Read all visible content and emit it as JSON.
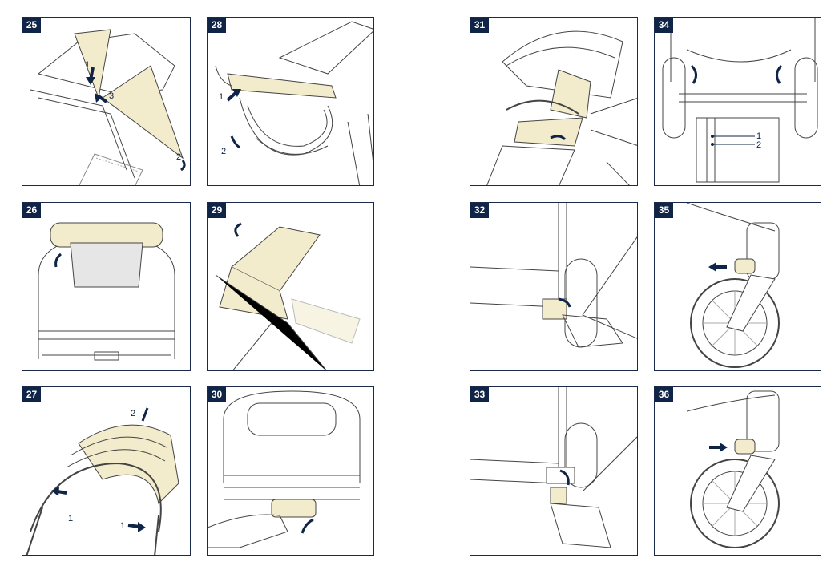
{
  "steps": {
    "s25": {
      "number": "25",
      "labels": [
        "1",
        "2",
        "3"
      ]
    },
    "s26": {
      "number": "26"
    },
    "s27": {
      "number": "27",
      "labels": [
        "2",
        "1",
        "1"
      ]
    },
    "s28": {
      "number": "28",
      "labels": [
        "1",
        "2"
      ]
    },
    "s29": {
      "number": "29"
    },
    "s30": {
      "number": "30"
    },
    "s31": {
      "number": "31"
    },
    "s32": {
      "number": "32"
    },
    "s33": {
      "number": "33"
    },
    "s34": {
      "number": "34",
      "labels": [
        "1",
        "2"
      ]
    },
    "s35": {
      "number": "35"
    },
    "s36": {
      "number": "36"
    }
  },
  "colors": {
    "navy": "#0f2446",
    "accent": "#f2ebcc",
    "line": "#444444"
  }
}
